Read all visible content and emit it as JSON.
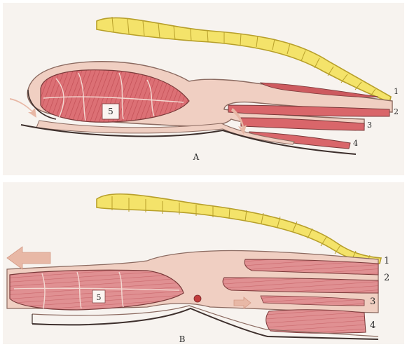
{
  "panel_a": {
    "caption": "A",
    "labels": [
      "1",
      "2",
      "3",
      "4",
      "5"
    ]
  },
  "panel_b": {
    "caption": "B",
    "labels": [
      "1",
      "2",
      "3",
      "4",
      "5"
    ]
  },
  "colors": {
    "background": "#ffffff",
    "panel_bg": "#f7f3ef",
    "skin_outline": "#5a4a44",
    "fascia": "#f0cfc2",
    "fascia_dark": "#d9a694",
    "muscle": "#d9666a",
    "muscle_dark": "#b8444a",
    "bone_fill": "#f4e36a",
    "bone_edge": "#c9b23a",
    "arrow": "#e8b8a6"
  }
}
